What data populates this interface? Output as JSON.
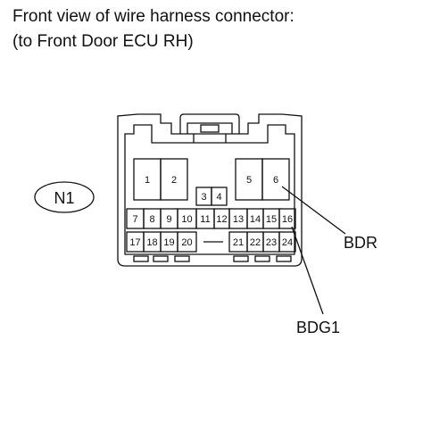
{
  "title_line1": "Front view of wire harness connector:",
  "title_line2": "(to Front Door ECU RH)",
  "connector_id": "N1",
  "pins": [
    "1",
    "2",
    "3",
    "4",
    "5",
    "6",
    "7",
    "8",
    "9",
    "10",
    "11",
    "12",
    "13",
    "14",
    "15",
    "16",
    "17",
    "18",
    "19",
    "20",
    "21",
    "22",
    "23",
    "24"
  ],
  "callouts": {
    "bdr": "BDR",
    "bdg1": "BDG1"
  }
}
